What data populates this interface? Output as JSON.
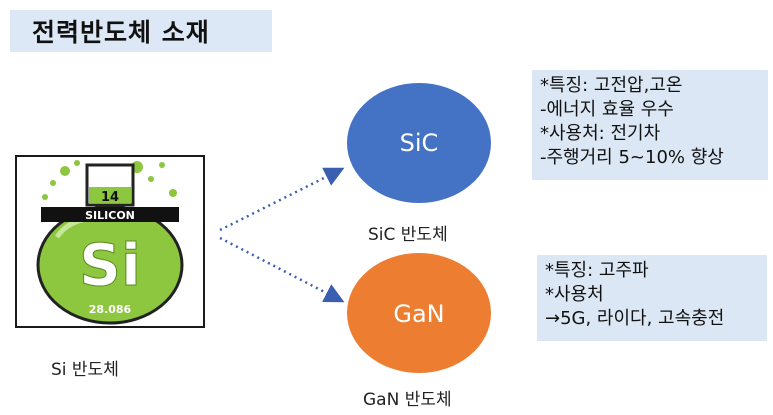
{
  "title": "전력반도체 소재",
  "si": {
    "element_number": "14",
    "element_name": "SILICON",
    "symbol": "Si",
    "atomic_mass": "28.086",
    "label": "Si 반도체"
  },
  "sic": {
    "circle_text": "SiC",
    "label": "SiC 반도체",
    "color": "#4472c4",
    "info_lines": [
      "*특징: 고전압,고온",
      "-에너지 효율 우수",
      "*사용처: 전기차",
      "-주행거리 5~10% 향상"
    ]
  },
  "gan": {
    "circle_text": "GaN",
    "label": "GaN 반도체",
    "color": "#ed7d31",
    "info_lines": [
      "*특징: 고주파",
      "*사용처",
      "→5G, 라이다, 고속충전"
    ]
  },
  "colors": {
    "title_bg": "#dce8f5",
    "info_bg": "#dbe7f4",
    "flask_green": "#8dc63f",
    "arrow": "#3a5fb0"
  }
}
